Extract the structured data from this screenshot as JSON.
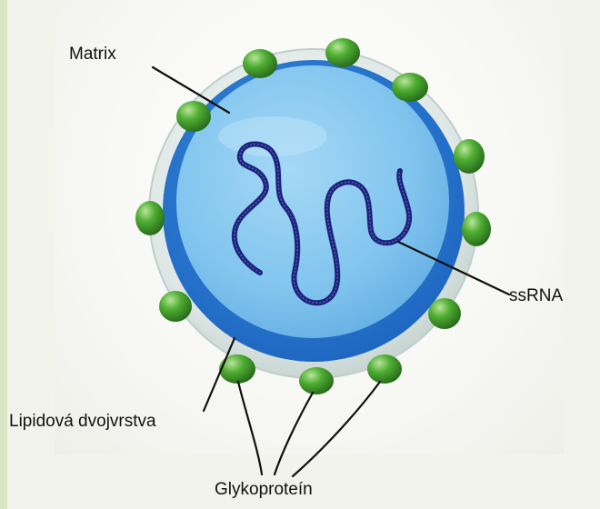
{
  "diagram": {
    "labels": {
      "matrix": "Matrix",
      "ssrna": "ssRNA",
      "lipid_bilayer": "Lipidová dvojvrstva",
      "glycoprotein": "Glykoproteín"
    },
    "colors": {
      "envelope": "#e3ebe9",
      "matrix": "#2c7fd6",
      "core": "#7fc4ef",
      "rna": "#1d2378",
      "glycoprotein": "#3f9a2a",
      "leader": "#111111"
    }
  }
}
